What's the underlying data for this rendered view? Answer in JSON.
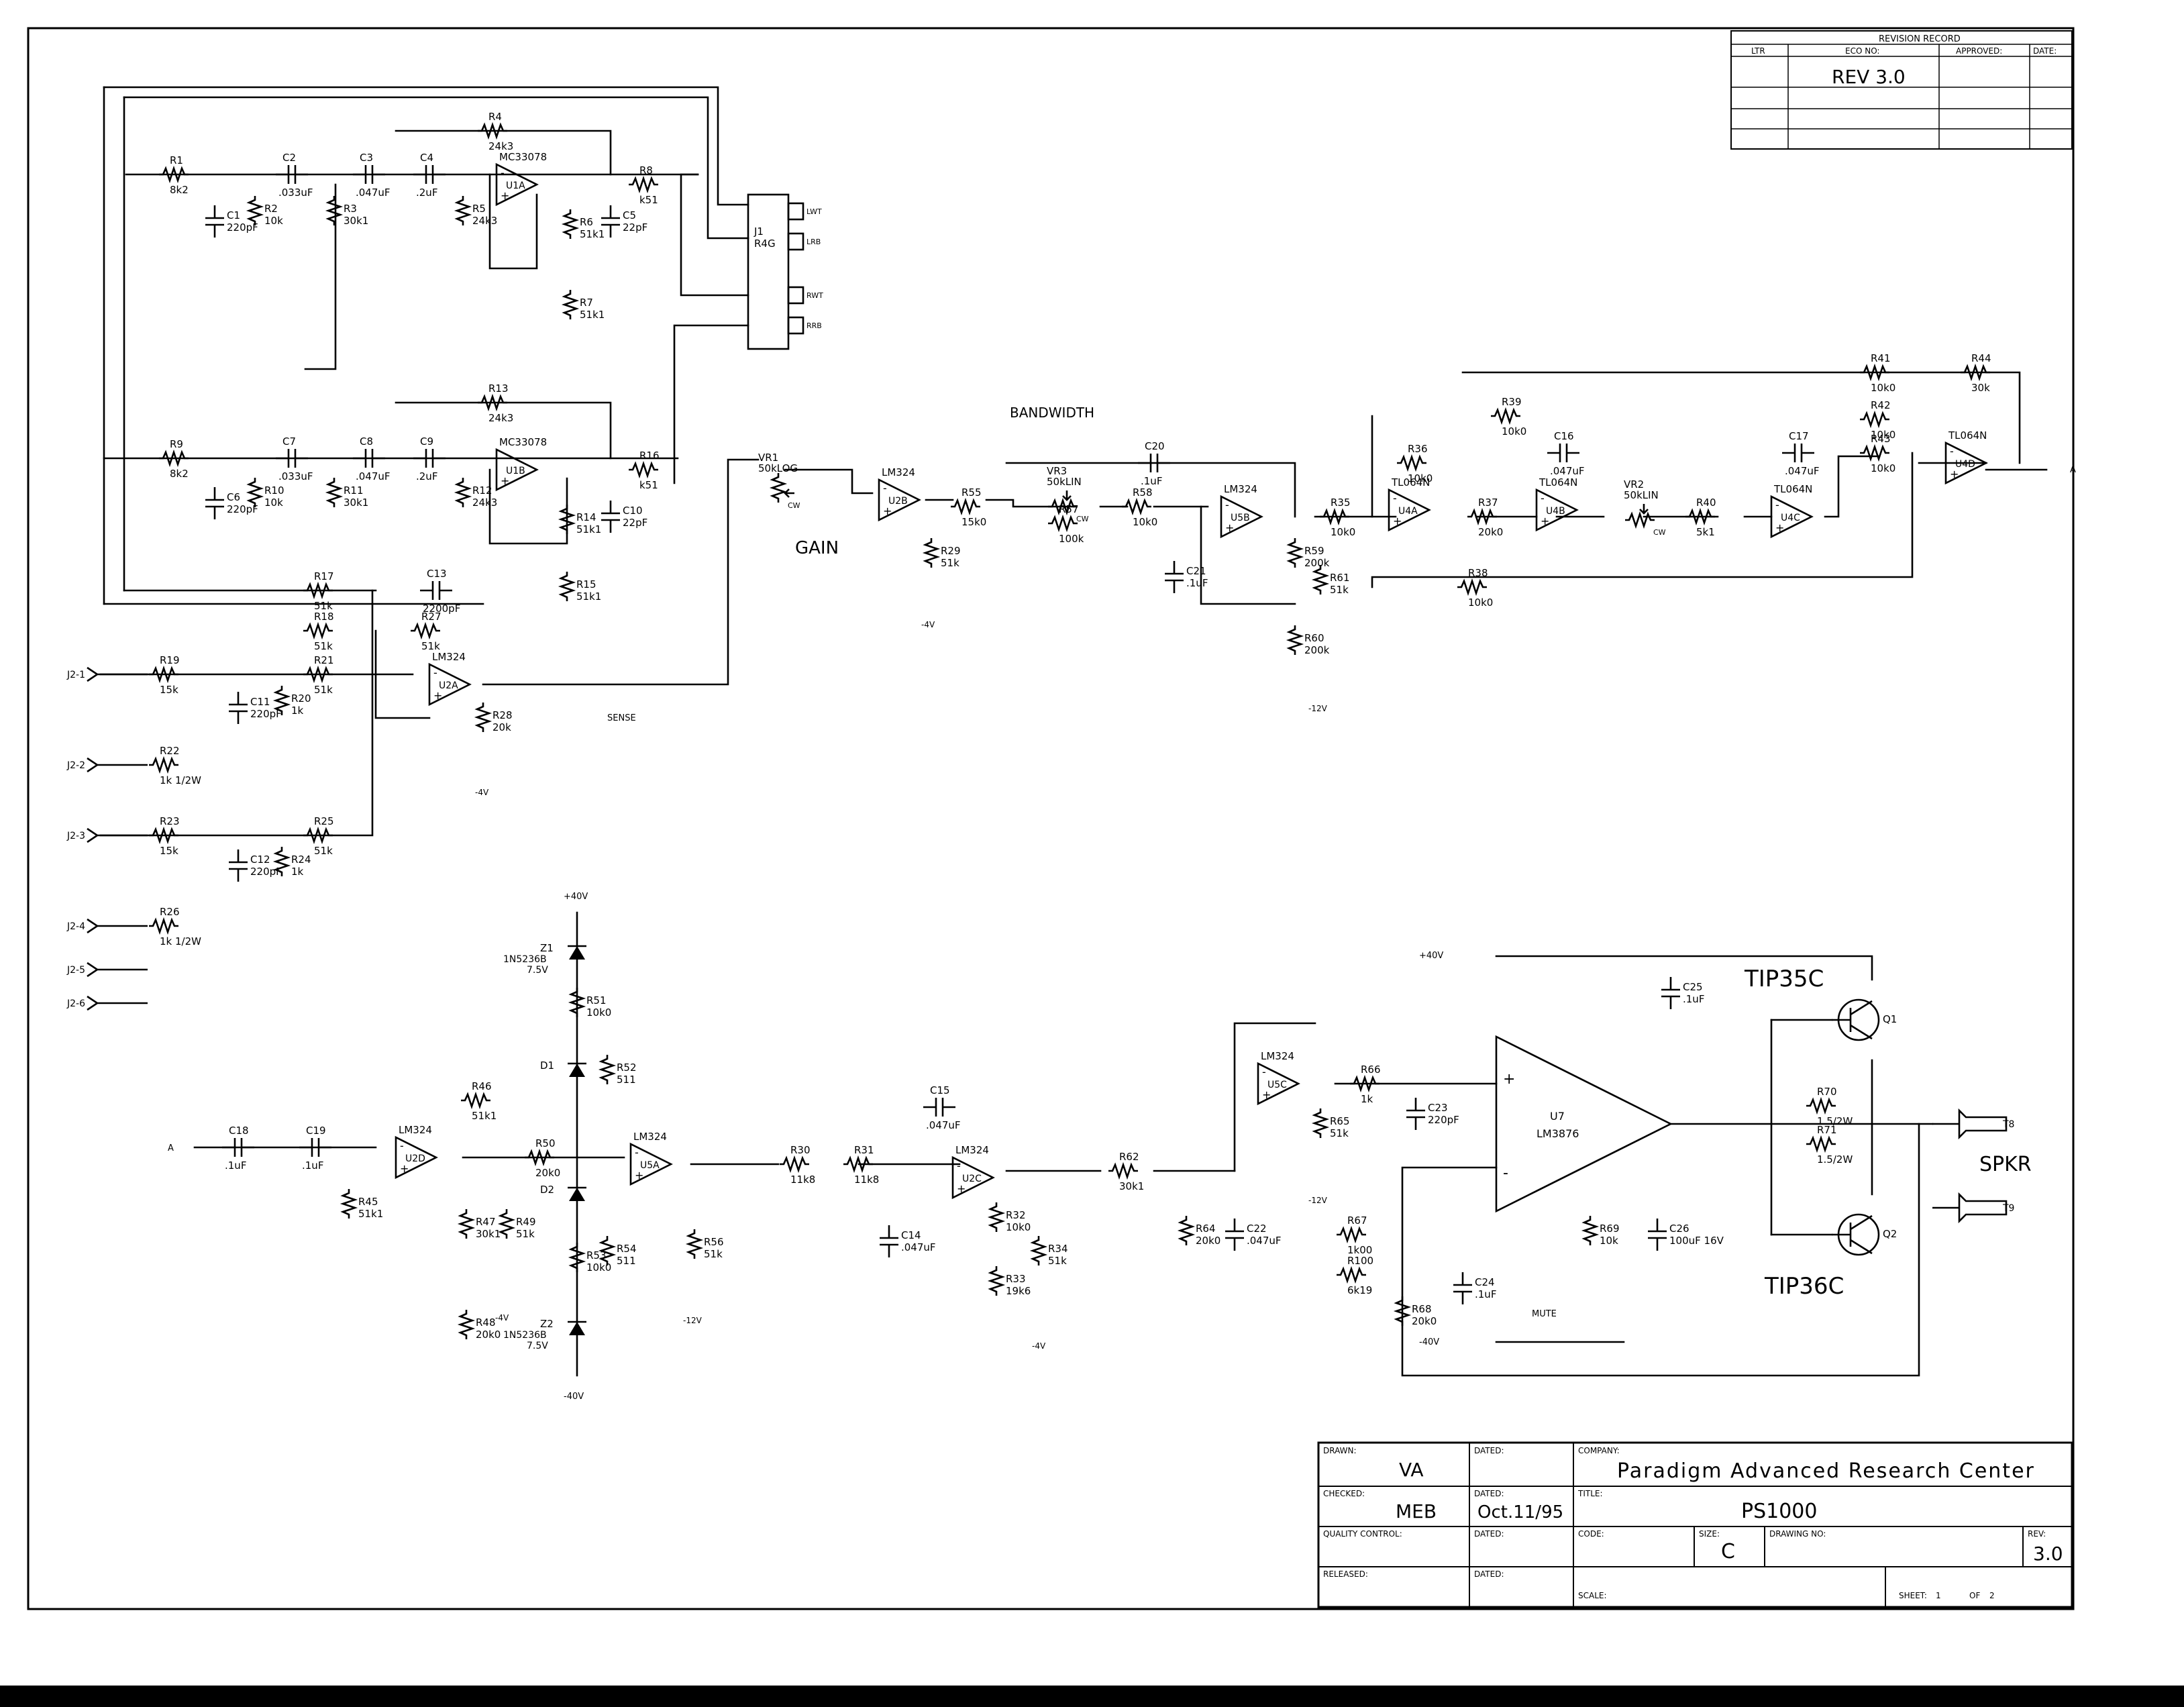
{
  "revision": {
    "header": "REVISION RECORD",
    "col_ltr": "LTR",
    "col_eco": "ECO NO:",
    "col_approved": "APPROVED:",
    "col_date": "DATE:",
    "rev_entry": "REV 3.0"
  },
  "title_block": {
    "drawn_label": "DRAWN:",
    "drawn": "VA",
    "dated_label": "DATED:",
    "checked_label": "CHECKED:",
    "checked": "MEB",
    "checked_date": "Oct.11/95",
    "qc_label": "QUALITY CONTROL:",
    "released_label": "RELEASED:",
    "company_label": "COMPANY:",
    "company": "Paradigm Advanced Research Center",
    "title_label": "TITLE:",
    "title": "PS1000",
    "code_label": "CODE:",
    "size_label": "SIZE:",
    "size": "C",
    "drawing_no_label": "DRAWING NO:",
    "rev_label": "REV:",
    "rev": "3.0",
    "scale_label": "SCALE:",
    "sheet_label": "SHEET:",
    "sheet": "1",
    "of_label": "OF",
    "sheet_total": "2"
  },
  "annotations": {
    "bandwidth": "BANDWIDTH",
    "gain": "GAIN",
    "spkr": "SPKR",
    "tip35c": "TIP35C",
    "tip36c": "TIP36C",
    "sense": "SENSE",
    "mute": "MUTE"
  },
  "components": [
    {
      "ref": "R1",
      "value": "8k2"
    },
    {
      "ref": "R2",
      "value": "10k"
    },
    {
      "ref": "R3",
      "value": "30k1"
    },
    {
      "ref": "R4",
      "value": "24k3"
    },
    {
      "ref": "R5",
      "value": "24k3"
    },
    {
      "ref": "R6",
      "value": "51k1"
    },
    {
      "ref": "R7",
      "value": "51k1"
    },
    {
      "ref": "R8",
      "value": "k51"
    },
    {
      "ref": "C1",
      "value": "220pF"
    },
    {
      "ref": "C2",
      "value": ".033uF"
    },
    {
      "ref": "C3",
      "value": ".047uF"
    },
    {
      "ref": "C4",
      "value": ".2uF"
    },
    {
      "ref": "C5",
      "value": "22pF"
    },
    {
      "ref": "U1A",
      "value": "MC33078"
    },
    {
      "ref": "J1",
      "value": "R4G"
    },
    {
      "ref": "R9",
      "value": "8k2"
    },
    {
      "ref": "R10",
      "value": "10k"
    },
    {
      "ref": "R11",
      "value": "30k1"
    },
    {
      "ref": "R12",
      "value": "24k3"
    },
    {
      "ref": "R13",
      "value": "24k3"
    },
    {
      "ref": "R14",
      "value": "51k1"
    },
    {
      "ref": "R15",
      "value": "51k1"
    },
    {
      "ref": "R16",
      "value": "k51"
    },
    {
      "ref": "C6",
      "value": "220pF"
    },
    {
      "ref": "C7",
      "value": ".033uF"
    },
    {
      "ref": "C8",
      "value": ".047uF"
    },
    {
      "ref": "C9",
      "value": ".2uF"
    },
    {
      "ref": "C10",
      "value": "22pF"
    },
    {
      "ref": "U1B",
      "value": "MC33078"
    },
    {
      "ref": "R17",
      "value": "51k"
    },
    {
      "ref": "R18",
      "value": "51k"
    },
    {
      "ref": "R19",
      "value": "15k"
    },
    {
      "ref": "R20",
      "value": "1k"
    },
    {
      "ref": "R21",
      "value": "51k"
    },
    {
      "ref": "R22",
      "value": "1k 1/2W"
    },
    {
      "ref": "R23",
      "value": "15k"
    },
    {
      "ref": "R24",
      "value": "1k"
    },
    {
      "ref": "R25",
      "value": "51k"
    },
    {
      "ref": "R26",
      "value": "1k 1/2W"
    },
    {
      "ref": "R27",
      "value": "51k"
    },
    {
      "ref": "R28",
      "value": "20k"
    },
    {
      "ref": "C11",
      "value": "220pF"
    },
    {
      "ref": "C12",
      "value": "220pF"
    },
    {
      "ref": "C13",
      "value": "2200pF"
    },
    {
      "ref": "U2A",
      "value": "LM324"
    },
    {
      "ref": "VR1",
      "value": "50kLOG"
    },
    {
      "ref": "U2B",
      "value": "LM324"
    },
    {
      "ref": "R55",
      "value": "15k0"
    },
    {
      "ref": "R29",
      "value": "51k"
    },
    {
      "ref": "VR3",
      "value": "50kLIN"
    },
    {
      "ref": "R57",
      "value": "100k"
    },
    {
      "ref": "C20",
      "value": ".1uF"
    },
    {
      "ref": "R58",
      "value": "10k0"
    },
    {
      "ref": "C21",
      "value": ".1uF"
    },
    {
      "ref": "U5B",
      "value": "LM324"
    },
    {
      "ref": "R59",
      "value": "200k"
    },
    {
      "ref": "R60",
      "value": "200k"
    },
    {
      "ref": "R61",
      "value": "51k"
    },
    {
      "ref": "R35",
      "value": "10k0"
    },
    {
      "ref": "R36",
      "value": "10k0"
    },
    {
      "ref": "U4A",
      "value": "TL064N"
    },
    {
      "ref": "R37",
      "value": "20k0"
    },
    {
      "ref": "C16",
      "value": ".047uF"
    },
    {
      "ref": "U4B",
      "value": "TL064N"
    },
    {
      "ref": "R38",
      "value": "10k0"
    },
    {
      "ref": "R39",
      "value": "10k0"
    },
    {
      "ref": "VR2",
      "value": "50kLIN"
    },
    {
      "ref": "R40",
      "value": "5k1"
    },
    {
      "ref": "C17",
      "value": ".047uF"
    },
    {
      "ref": "U4C",
      "value": "TL064N"
    },
    {
      "ref": "R41",
      "value": "10k0"
    },
    {
      "ref": "R42",
      "value": "10k0"
    },
    {
      "ref": "R43",
      "value": "10k0"
    },
    {
      "ref": "R44",
      "value": "30k"
    },
    {
      "ref": "U4D",
      "value": "TL064N"
    },
    {
      "ref": "Z1",
      "value": "1N5236B 7.5V"
    },
    {
      "ref": "R51",
      "value": "10k0"
    },
    {
      "ref": "D1",
      "value": ""
    },
    {
      "ref": "R52",
      "value": "511"
    },
    {
      "ref": "R46",
      "value": "51k1"
    },
    {
      "ref": "C18",
      "value": ".1uF"
    },
    {
      "ref": "C19",
      "value": ".1uF"
    },
    {
      "ref": "U2D",
      "value": "LM324"
    },
    {
      "ref": "R45",
      "value": "51k1"
    },
    {
      "ref": "R47",
      "value": "30k1"
    },
    {
      "ref": "R48",
      "value": "20k0"
    },
    {
      "ref": "R49",
      "value": "51k"
    },
    {
      "ref": "R50",
      "value": "20k0"
    },
    {
      "ref": "D2",
      "value": ""
    },
    {
      "ref": "R53",
      "value": "10k0"
    },
    {
      "ref": "R54",
      "value": "511"
    },
    {
      "ref": "Z2",
      "value": "1N5236B 7.5V"
    },
    {
      "ref": "U5A",
      "value": "LM324"
    },
    {
      "ref": "R56",
      "value": "51k"
    },
    {
      "ref": "R30",
      "value": "11k8"
    },
    {
      "ref": "R31",
      "value": "11k8"
    },
    {
      "ref": "C15",
      "value": ".047uF"
    },
    {
      "ref": "U2C",
      "value": "LM324"
    },
    {
      "ref": "C14",
      "value": ".047uF"
    },
    {
      "ref": "R32",
      "value": "10k0"
    },
    {
      "ref": "R33",
      "value": "19k6"
    },
    {
      "ref": "R34",
      "value": "51k"
    },
    {
      "ref": "R62",
      "value": "30k1"
    },
    {
      "ref": "R64",
      "value": "20k0"
    },
    {
      "ref": "C22",
      "value": ".047uF"
    },
    {
      "ref": "U5C",
      "value": "LM324"
    },
    {
      "ref": "R65",
      "value": "51k"
    },
    {
      "ref": "R66",
      "value": "1k"
    },
    {
      "ref": "C23",
      "value": "220pF"
    },
    {
      "ref": "U7",
      "value": "LM3876"
    },
    {
      "ref": "C25",
      "value": ".1uF"
    },
    {
      "ref": "C26",
      "value": "100uF 16V"
    },
    {
      "ref": "R67",
      "value": "1k00"
    },
    {
      "ref": "R100",
      "value": "6k19"
    },
    {
      "ref": "R68",
      "value": "20k0"
    },
    {
      "ref": "R69",
      "value": "10k"
    },
    {
      "ref": "C24",
      "value": ".1uF"
    },
    {
      "ref": "R70",
      "value": "1.5/2W"
    },
    {
      "ref": "R71",
      "value": "1.5/2W"
    },
    {
      "ref": "Q1",
      "value": ""
    },
    {
      "ref": "Q2",
      "value": ""
    },
    {
      "ref": "T8",
      "value": ""
    },
    {
      "ref": "T9",
      "value": ""
    }
  ],
  "rails": {
    "p40": "+40V",
    "n40": "-40V",
    "n4": "-4V",
    "n12": "-12V"
  },
  "connectors": {
    "j2_pins": [
      "J2-1",
      "J2-2",
      "J2-3",
      "J2-4",
      "J2-5",
      "J2-6"
    ],
    "j1_pins": [
      "LWT",
      "LRB",
      "RWT",
      "RRB"
    ],
    "net_a": "A"
  },
  "pot_marks": {
    "cw": "CW"
  }
}
